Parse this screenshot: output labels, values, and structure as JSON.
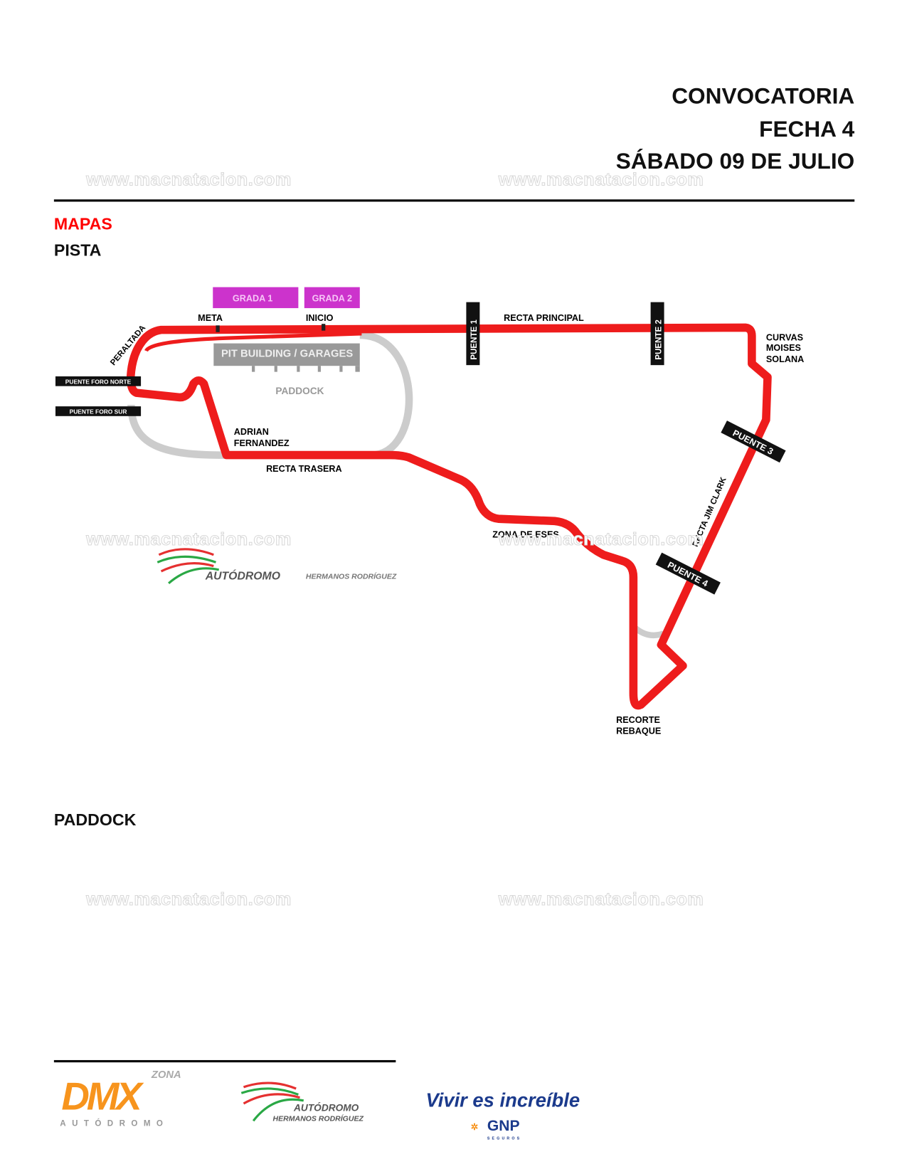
{
  "header": {
    "line1": "CONVOCATORIA",
    "line2": "FECHA 4",
    "line3": "SÁBADO 09 DE JULIO"
  },
  "sections": {
    "maps": "MAPAS",
    "track": "PISTA",
    "paddock": "PADDOCK"
  },
  "watermark": "www.macnatacion.com",
  "colors": {
    "accent": "#ff0000",
    "track": "#ee1c1c",
    "grandstand": "#cc33cc",
    "pit": "#999999"
  },
  "map": {
    "grada1": "GRADA 1",
    "grada2": "GRADA 2",
    "meta": "META",
    "inicio": "INICIO",
    "peraltada": "PERALTADA",
    "pit_building": "PIT BUILDING / GARAGES",
    "paddock": "PADDOCK",
    "puente_foro_norte": "PUENTE FORO NORTE",
    "puente_foro_sur": "PUENTE FORO SUR",
    "adrian": "ADRIAN",
    "fernandez": "FERNANDEZ",
    "recta_trasera": "RECTA TRASERA",
    "recta_principal": "RECTA PRINCIPAL",
    "puente1": "PUENTE 1",
    "puente2": "PUENTE 2",
    "curvas": "CURVAS",
    "moises": "MOISES",
    "solana": "SOLANA",
    "puente3": "PUENTE 3",
    "puente4": "PUENTE 4",
    "recta_jim_clark": "RECTA JIM CLARK",
    "zona_de_eses": "ZONA DE ESES",
    "recorte": "RECORTE",
    "rebaque": "REBAQUE",
    "logo_autodromo": "AUTÓDROMO",
    "logo_hermanos": "HERMANOS RODRÍGUEZ"
  },
  "footer": {
    "dmx_zona": "ZONA",
    "dmx_main": "DMX",
    "dmx_sub": "AUTÓDROMO",
    "ahr_main": "AUTÓDROMO",
    "ahr_sub": "HERMANOS RODRÍGUEZ",
    "gnp_slogan": "Vivir es increíble",
    "gnp_brand": "GNP",
    "gnp_sub": "SEGUROS"
  }
}
